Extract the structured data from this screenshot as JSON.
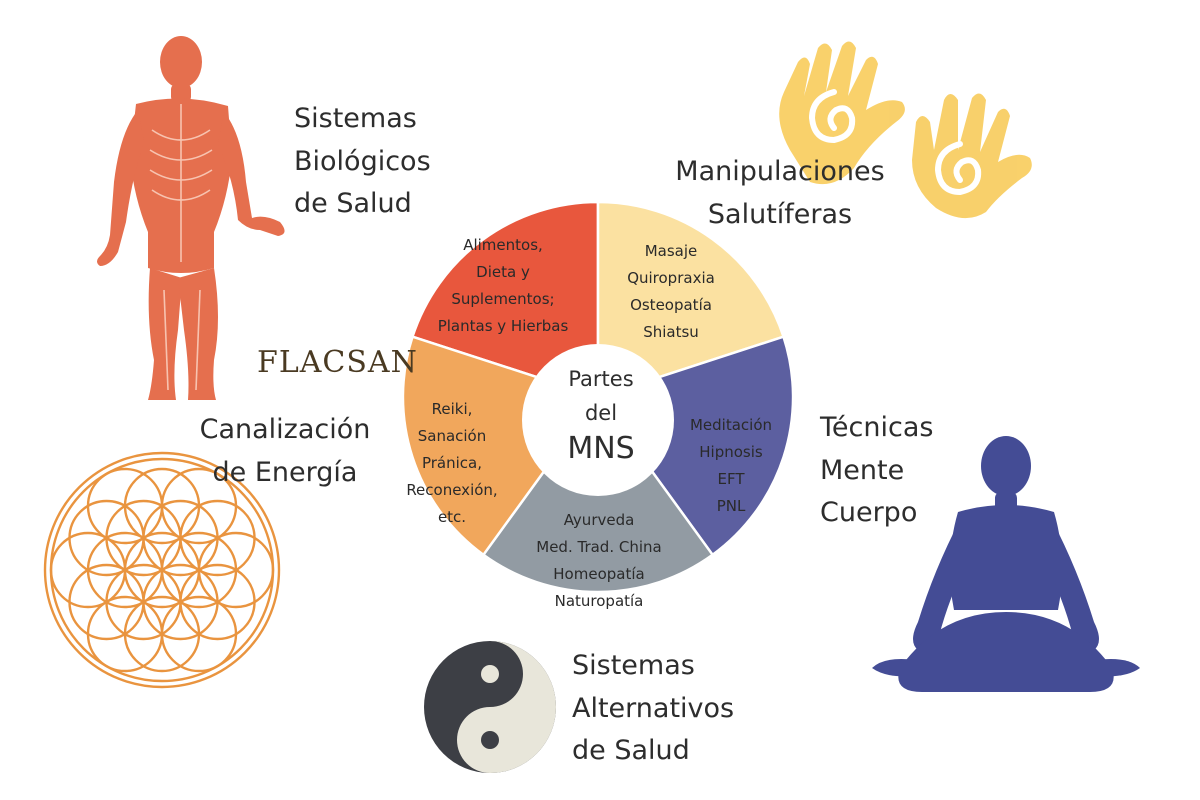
{
  "center": {
    "line1": "Partes",
    "line2": "del",
    "line3": "MNS"
  },
  "brand": "FLACSAN",
  "categories": [
    {
      "id": "biologicos",
      "lines": [
        "Sistemas",
        "Biológicos",
        "de Salud"
      ]
    },
    {
      "id": "manipulaciones",
      "lines": [
        "Manipulaciones",
        "Salutíferas"
      ]
    },
    {
      "id": "mente-cuerpo",
      "lines": [
        "Técnicas",
        "Mente",
        "Cuerpo"
      ]
    },
    {
      "id": "alternativos",
      "lines": [
        "Sistemas",
        "Alternativos",
        "de Salud"
      ]
    },
    {
      "id": "energia",
      "lines": [
        "Canalización",
        "de Energía"
      ]
    }
  ],
  "segments": [
    {
      "id": "biologicos",
      "color": "#e8573d",
      "items": [
        "Alimentos,",
        "Dieta y",
        "Suplementos;",
        "Plantas y Hierbas"
      ]
    },
    {
      "id": "manipulaciones",
      "color": "#fbe1a1",
      "items": [
        "Masaje",
        "Quiropraxia",
        "Osteopatía",
        "Shiatsu"
      ]
    },
    {
      "id": "mente-cuerpo",
      "color": "#5c5fa0",
      "items": [
        "Meditación",
        "Hipnosis",
        "EFT",
        "PNL"
      ]
    },
    {
      "id": "alternativos",
      "color": "#929ba3",
      "items": [
        "Ayurveda",
        "Med. Trad. China",
        "Homeopatía",
        "Naturopatía"
      ]
    },
    {
      "id": "energia",
      "color": "#f1a75c",
      "items": [
        "Reiki,",
        "Sanación",
        "Pránica,",
        "Reconexión,",
        "etc."
      ]
    }
  ],
  "colors": {
    "body": "#e56f4e",
    "hands": "#f8cc5b",
    "meditator": "#3a4390",
    "flower": "#e9943f",
    "yinyang_dark": "#3d3f45",
    "yinyang_light": "#e8e6da"
  }
}
